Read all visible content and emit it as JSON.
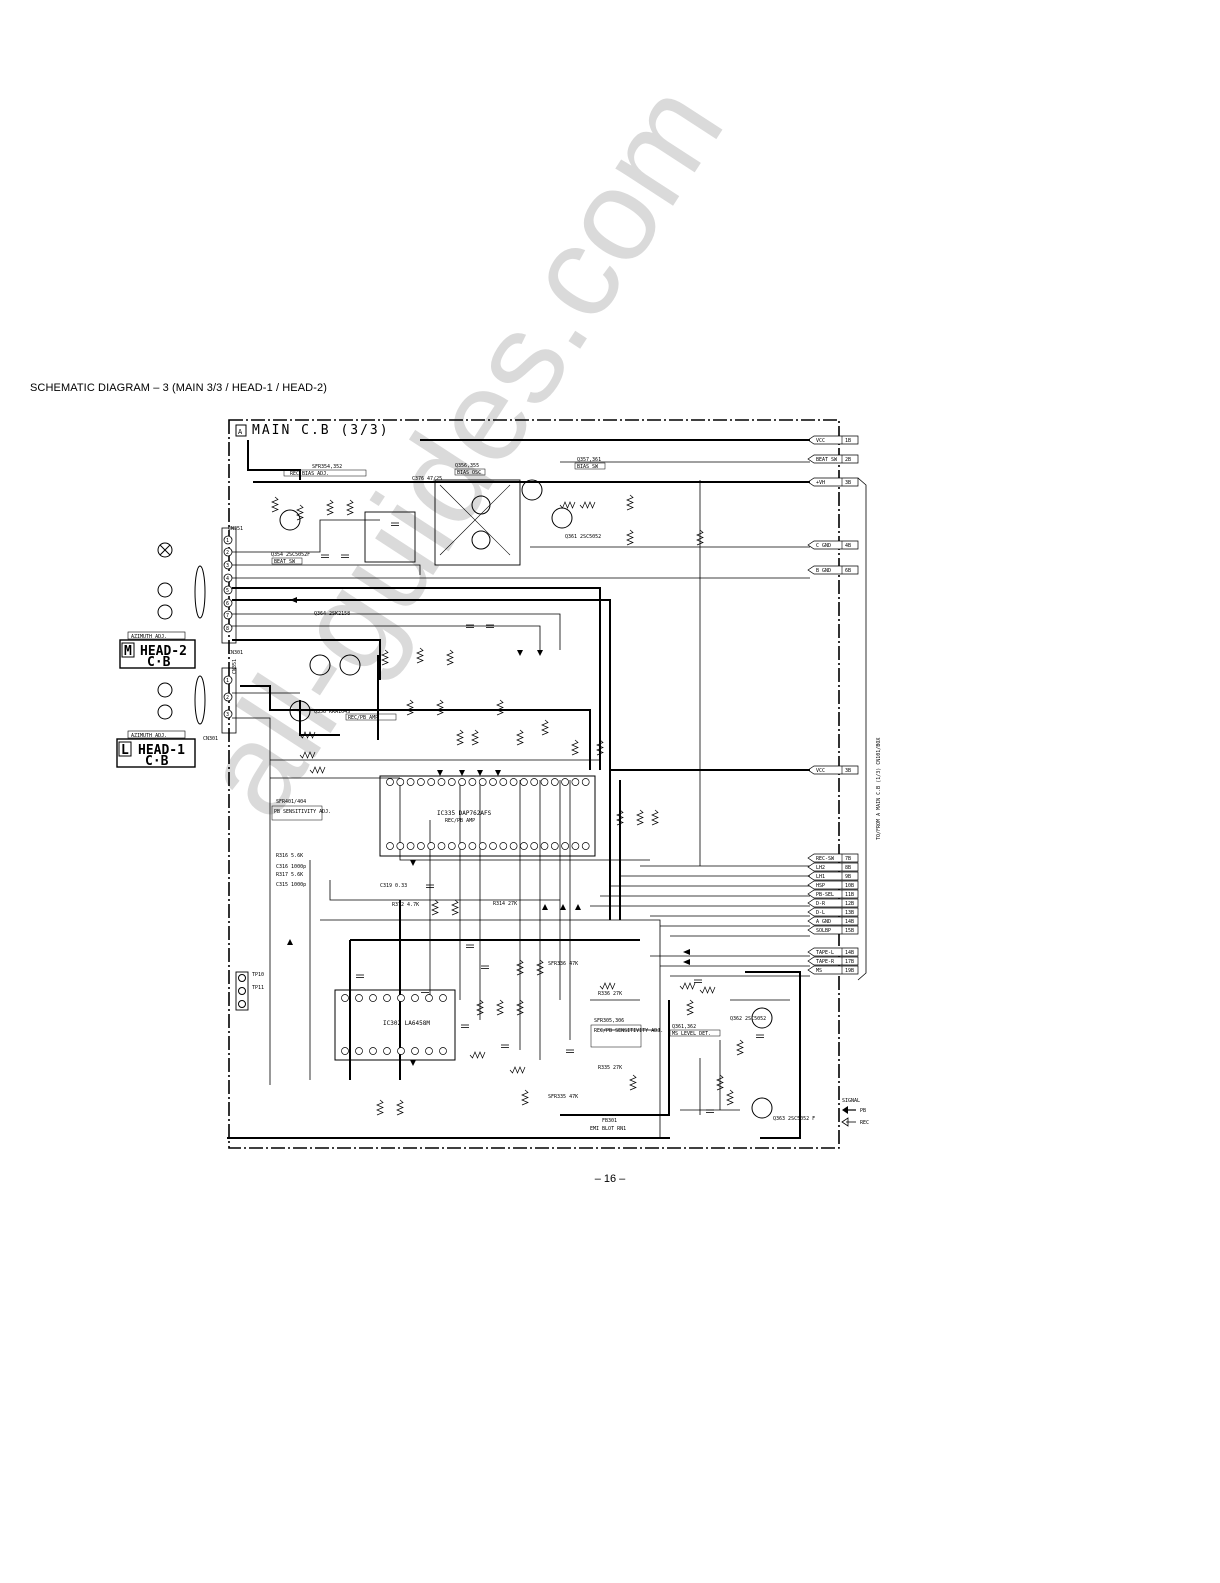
{
  "page": {
    "title": "SCHEMATIC  DIAGRAM – 3  (MAIN 3/3 / HEAD-1 / HEAD-2)",
    "page_number": "– 16 –",
    "watermark": "all-guides.com"
  },
  "board": {
    "label_letter": "A",
    "label": "MAIN C.B (3/3)"
  },
  "heads": {
    "m_letter": "M",
    "m_line1": "HEAD-2",
    "m_line2": "C·B",
    "m_azimuth": "AZIMUTH ADJ.",
    "l_letter": "L",
    "l_line1": "HEAD-1",
    "l_line2": "C·B",
    "l_azimuth": "AZIMUTH ADJ."
  },
  "connectors": {
    "cn351": "CN351",
    "cn301": "CN301",
    "cn351b": "CN351",
    "cn301b": "CN301",
    "tp10": "TP10",
    "tp11": "TP11"
  },
  "right_bus": [
    {
      "label": "VCC",
      "pin": "1B"
    },
    {
      "label": "BEAT SW",
      "pin": "2B"
    },
    {
      "label": "+VH",
      "pin": "3B"
    },
    {
      "label": "C GND",
      "pin": "4B"
    },
    {
      "label": "B GND",
      "pin": "6B"
    },
    {
      "label": "VCC",
      "pin": "3B"
    },
    {
      "label": "REC-SW",
      "pin": "7B"
    },
    {
      "label": "LH2",
      "pin": "8B"
    },
    {
      "label": "LH1",
      "pin": "9B"
    },
    {
      "label": "HSP",
      "pin": "10B"
    },
    {
      "label": "PB-SEL",
      "pin": "11B"
    },
    {
      "label": "D-R",
      "pin": "12B"
    },
    {
      "label": "D-L",
      "pin": "13B"
    },
    {
      "label": "A GND",
      "pin": "14B"
    },
    {
      "label": "SOLBP",
      "pin": "15B"
    },
    {
      "label": "TAPE-L",
      "pin": "14B"
    },
    {
      "label": "TAPE-R",
      "pin": "17B"
    },
    {
      "label": "MS",
      "pin": "19B"
    }
  ],
  "side_note": "TO/FROM A MAIN C.B (1/3)  CN101/BOX",
  "ics": {
    "ic335": "IC335 DAP762AFS",
    "ic335_sub": "REC/PB AMP",
    "ic302": "IC302  LA6458M"
  },
  "components": {
    "q354": "Q354 2SC5052F",
    "q354_note": "BEAT SW",
    "q364": "Q364 2SK2158",
    "q356": "Q356 KRA104S",
    "q356_note": "REC/PB AMP",
    "q361": "Q361 2SC5052",
    "q362": "Q362 2SC5052",
    "q363": "Q363 2SC5052 F",
    "sfr354": "SFR354,352",
    "sfr354_note": "REC BIAS ADJ.",
    "sfr_pb": "SFR401/404",
    "sfr_pb_note": "PB SENSITIVITY ADJ.",
    "sfr305": "SFR305,306",
    "sfr305_note": "REC/PB SENSITIVITY ADJ.",
    "sfr335": "SFR335 47K",
    "sfr336": "SFR336 47K",
    "ms_level": "Q361,362",
    "ms_level_note": "MS LEVEL DET.",
    "q357": "Q357,361",
    "q357_note": "BIAS SW",
    "osc": "Q356,355",
    "osc_note": "BIAS OSC",
    "r314": "R314 27K",
    "r335": "R335 27K",
    "r336": "R336 27K",
    "r372": "R372 4.7K",
    "c376": "C376 47/25",
    "c319": "C319 0.33",
    "c316": "C316 1000p",
    "c315": "C315 1000p",
    "r316": "R316 5.6K",
    "r317": "R317 5.6K",
    "fb301": "FB301",
    "fb301_note": "EMI BLOT RN1"
  },
  "legend": {
    "title": "SIGNAL",
    "pb": "PB",
    "rec": "REC"
  }
}
